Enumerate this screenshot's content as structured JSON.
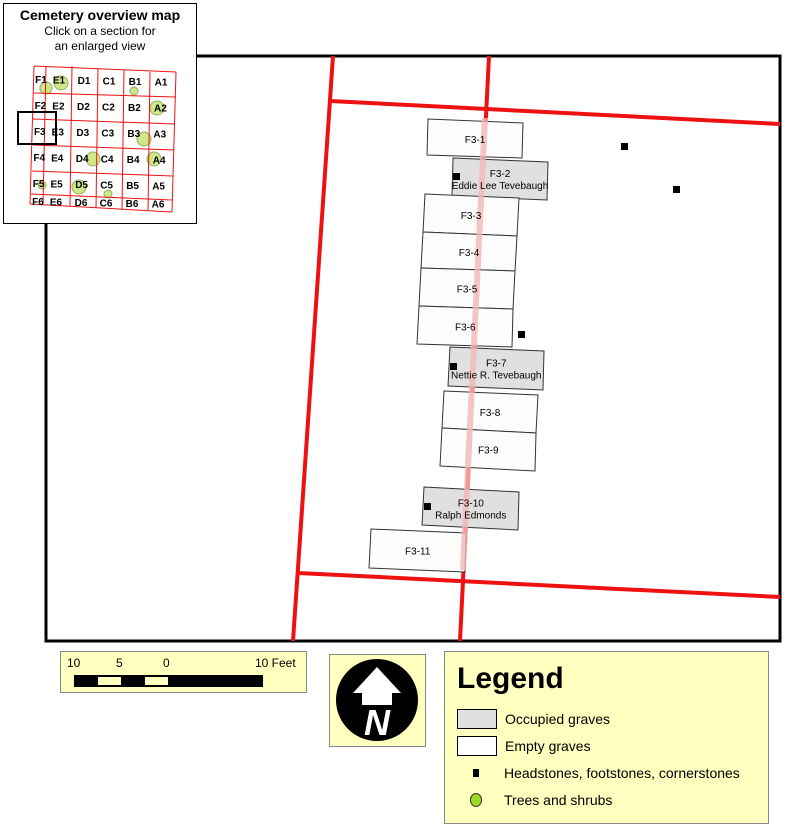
{
  "overview": {
    "title": "Cemetery overview map",
    "subtitle_line1": "Click on a section for",
    "subtitle_line2": "an enlarged view",
    "sections": [
      [
        "F1",
        "E1",
        "D1",
        "C1",
        "B1",
        "A1"
      ],
      [
        "F2",
        "E2",
        "D2",
        "C2",
        "B2",
        "A2"
      ],
      [
        "F3",
        "E3",
        "D3",
        "C3",
        "B3",
        "A3"
      ],
      [
        "F4",
        "E4",
        "D4",
        "C4",
        "B4",
        "A4"
      ],
      [
        "F5",
        "E5",
        "D5",
        "C5",
        "B5",
        "A5"
      ],
      [
        "F6",
        "E6",
        "D6",
        "C6",
        "B6",
        "A6"
      ]
    ],
    "selected_section": "F3"
  },
  "graves": [
    {
      "id": "F3-1",
      "name": "",
      "occupied": false
    },
    {
      "id": "F3-2",
      "name": "Eddie Lee Tevebaugh",
      "occupied": true
    },
    {
      "id": "F3-3",
      "name": "",
      "occupied": false
    },
    {
      "id": "F3-4",
      "name": "",
      "occupied": false
    },
    {
      "id": "F3-5",
      "name": "",
      "occupied": false
    },
    {
      "id": "F3-6",
      "name": "",
      "occupied": false
    },
    {
      "id": "F3-7",
      "name": "Nettie R. Tevebaugh",
      "occupied": true
    },
    {
      "id": "F3-8",
      "name": "",
      "occupied": false
    },
    {
      "id": "F3-9",
      "name": "",
      "occupied": false
    },
    {
      "id": "F3-10",
      "name": "Ralph Edmonds",
      "occupied": true
    },
    {
      "id": "F3-11",
      "name": "",
      "occupied": false
    }
  ],
  "scale_bar": {
    "labels": [
      "10",
      "5",
      "0",
      "10 Feet"
    ]
  },
  "north_arrow": {
    "letter": "N"
  },
  "legend": {
    "title": "Legend",
    "items": [
      {
        "label": "Occupied graves",
        "color": "#e0e0e0"
      },
      {
        "label": "Empty graves",
        "color": "#ffffff"
      },
      {
        "label": "Headstones, footstones, cornerstones",
        "color": "#000000"
      },
      {
        "label": "Trees and shrubs",
        "color": "#99dd22"
      }
    ]
  },
  "colors": {
    "section_line": "#ee1111",
    "panel": "#ffffc0",
    "occupied": "#e0e0e0"
  }
}
